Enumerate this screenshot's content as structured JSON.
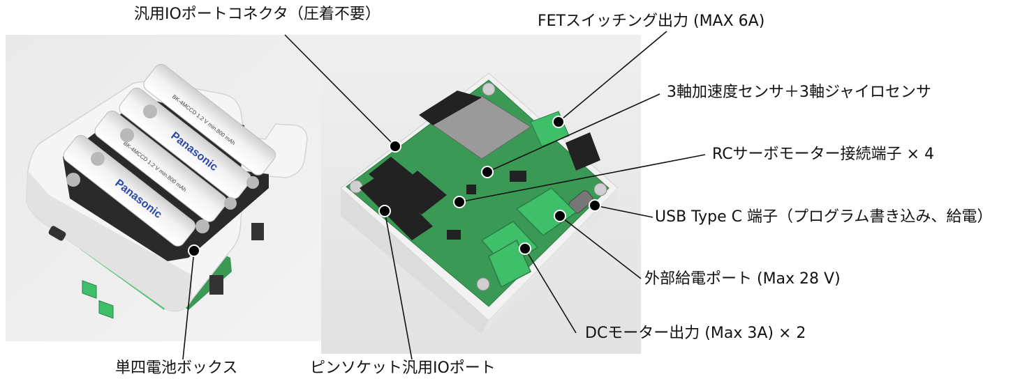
{
  "labels": {
    "io_connector": "汎用IOポートコネクタ（圧着不要）",
    "fet_output": "FETスイッチング出力 (MAX 6A)",
    "imu": "3軸加速度センサ＋3軸ジャイロセンサ",
    "rc_servo": "RCサーボモーター接続端子 × 4",
    "usb": "USB Type C 端子（プログラム書き込み、給電）",
    "ext_power": "外部給電ポート (Max 28 V)",
    "dc_motor": "DCモーター出力 (Max 3A) × 2",
    "battery": "単四電池ボックス",
    "pin_socket": "ピンソケット汎用IOポート"
  },
  "battery_print": {
    "brand": "Panasonic",
    "spec": "BK-4MCCD 1.2 V  min.800 mAh"
  },
  "colors": {
    "pcb": "#3a9a55",
    "terminal": "#3fbf6a",
    "case": "#f4f4f4",
    "battery": "#f7f7f7",
    "marker": "#000000"
  }
}
